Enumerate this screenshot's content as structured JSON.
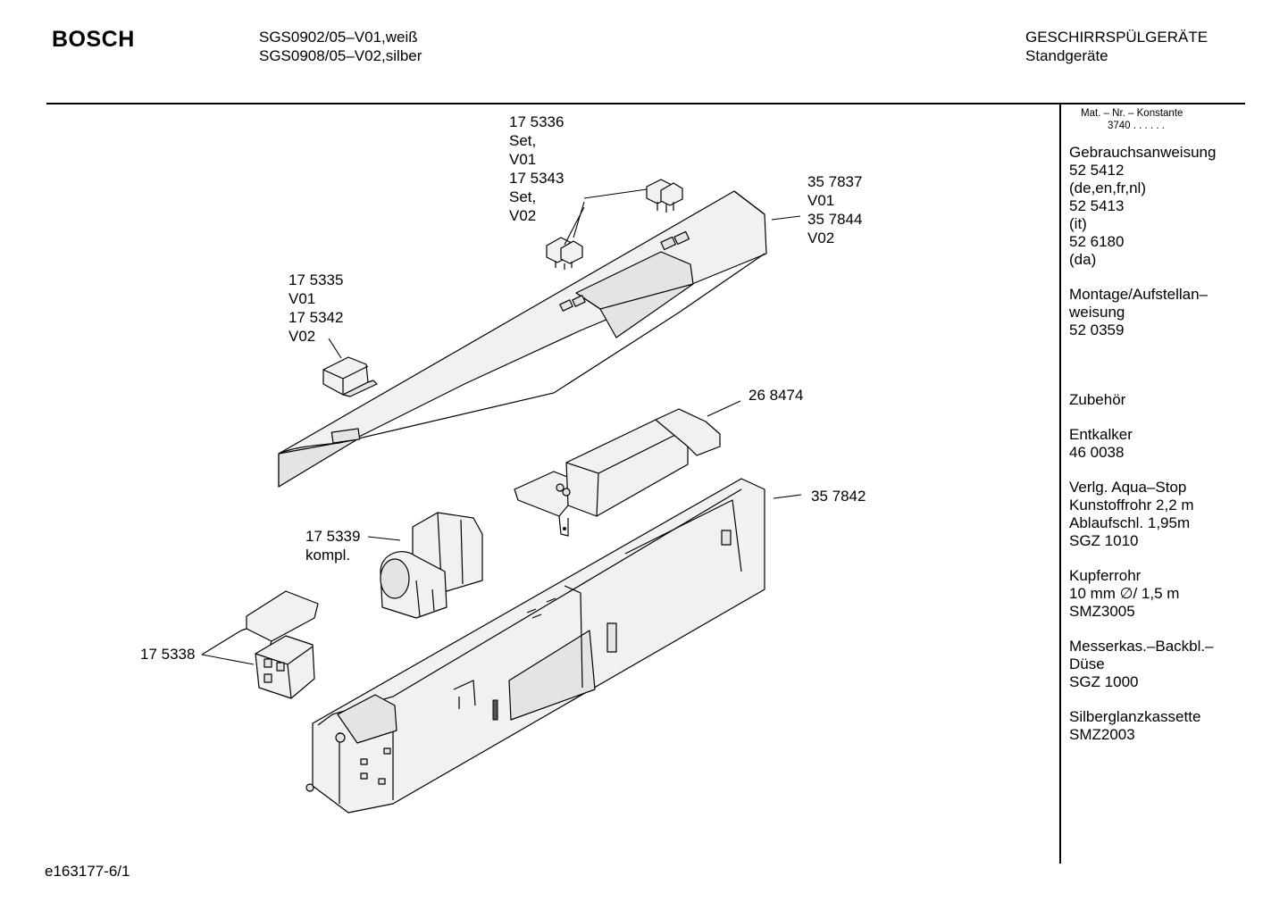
{
  "header": {
    "brand": "BOSCH",
    "models": [
      "SGS0902/05–V01,weiß",
      "SGS0908/05–V02,silber"
    ],
    "category": "GESCHIRRSPÜLGERÄTE",
    "subcategory": "Standgeräte"
  },
  "sidebar": {
    "mat_label": "Mat. – Nr. – Konstante",
    "mat_value": "3740  .  .  .  .  .  .",
    "groups": [
      [
        "Gebrauchsanweisung",
        "52 5412",
        "(de,en,fr,nl)",
        "52 5413",
        "(it)",
        "52 6180",
        "(da)"
      ],
      [
        "Montage/Aufstellan–",
        "weisung",
        "52 0359"
      ],
      [
        ""
      ],
      [
        "Zubehör"
      ],
      [
        "Entkalker",
        "46 0038"
      ],
      [
        "Verlg. Aqua–Stop",
        "Kunstoffrohr 2,2 m",
        "Ablaufschl. 1,95m",
        "SGZ 1010"
      ],
      [
        "Kupferrohr",
        "10 mm ∅/ 1,5 m",
        "SMZ3005"
      ],
      [
        "Messerkas.–Backbl.–",
        "Düse",
        "SGZ 1000"
      ],
      [
        "Silberglanzkassette",
        "SMZ2003"
      ]
    ]
  },
  "callouts": {
    "buttons_set": [
      "17 5336",
      "Set,",
      "V01",
      "17 5343",
      "Set,",
      "V02"
    ],
    "panel": [
      "35 7837",
      "V01",
      "35 7844",
      "V02"
    ],
    "knob": [
      "17 5335",
      "V01",
      "17 5342",
      "V02"
    ],
    "module": [
      "26 8474"
    ],
    "board": [
      "35 7842"
    ],
    "valve": [
      "17 5339",
      "kompl."
    ],
    "switch": [
      "17 5338"
    ]
  },
  "footer": {
    "doc_id": "e163177-6/1"
  }
}
